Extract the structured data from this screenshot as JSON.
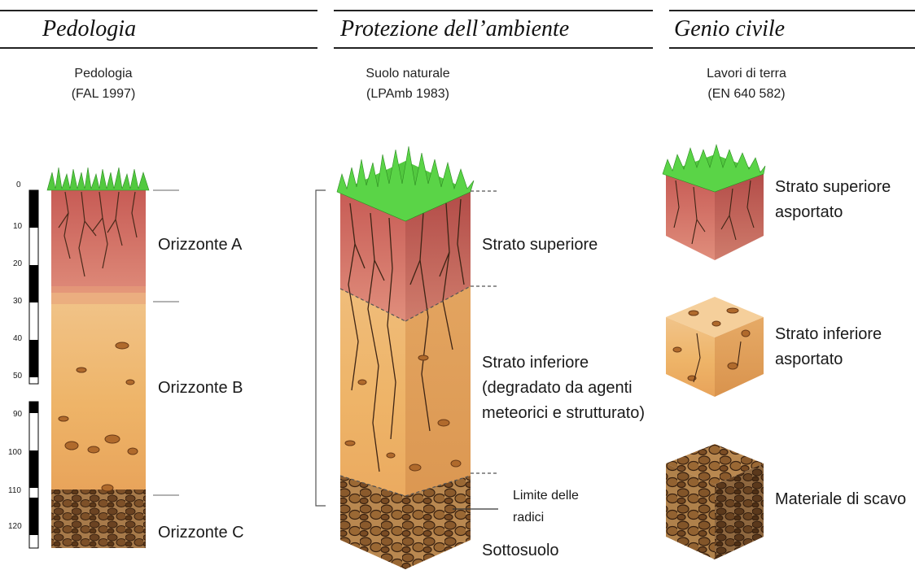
{
  "columns": [
    {
      "heading": "Pedologia",
      "subtitle_line1": "Pedologia",
      "subtitle_line2": "(FAL 1997)",
      "horizons": [
        "Orizzonte A",
        "Orizzonte B",
        "Orizzonte C"
      ],
      "depth_ticks": [
        "0",
        "10",
        "20",
        "30",
        "40",
        "50",
        "90",
        "100",
        "110",
        "120"
      ]
    },
    {
      "heading": "Protezione dell’ambiente",
      "subtitle_line1": "Suolo naturale",
      "subtitle_line2": "(LPAmb 1983)",
      "layers": {
        "upper": "Strato superiore",
        "lower_line1": "Strato inferiore",
        "lower_line2": "(degradato da agenti",
        "lower_line3": "meteorici e strutturato)",
        "root_limit_line1": "Limite delle",
        "root_limit_line2": "radici",
        "subsoil": "Sottosuolo"
      }
    },
    {
      "heading": "Genio civile",
      "subtitle_line1": "Lavori di terra",
      "subtitle_line2": "(EN 640 582)",
      "items": [
        {
          "line1": "Strato superiore",
          "line2": "asportato"
        },
        {
          "line1": "Strato inferiore",
          "line2": "asportato"
        },
        {
          "line1": "Materiale di scavo",
          "line2": ""
        }
      ]
    }
  ],
  "colors": {
    "grass": "#52c93f",
    "topsoil": "#d06b62",
    "subsoil": "#eeb96a",
    "stones": "#7a4f2a",
    "roots": "#4a2a1a"
  }
}
